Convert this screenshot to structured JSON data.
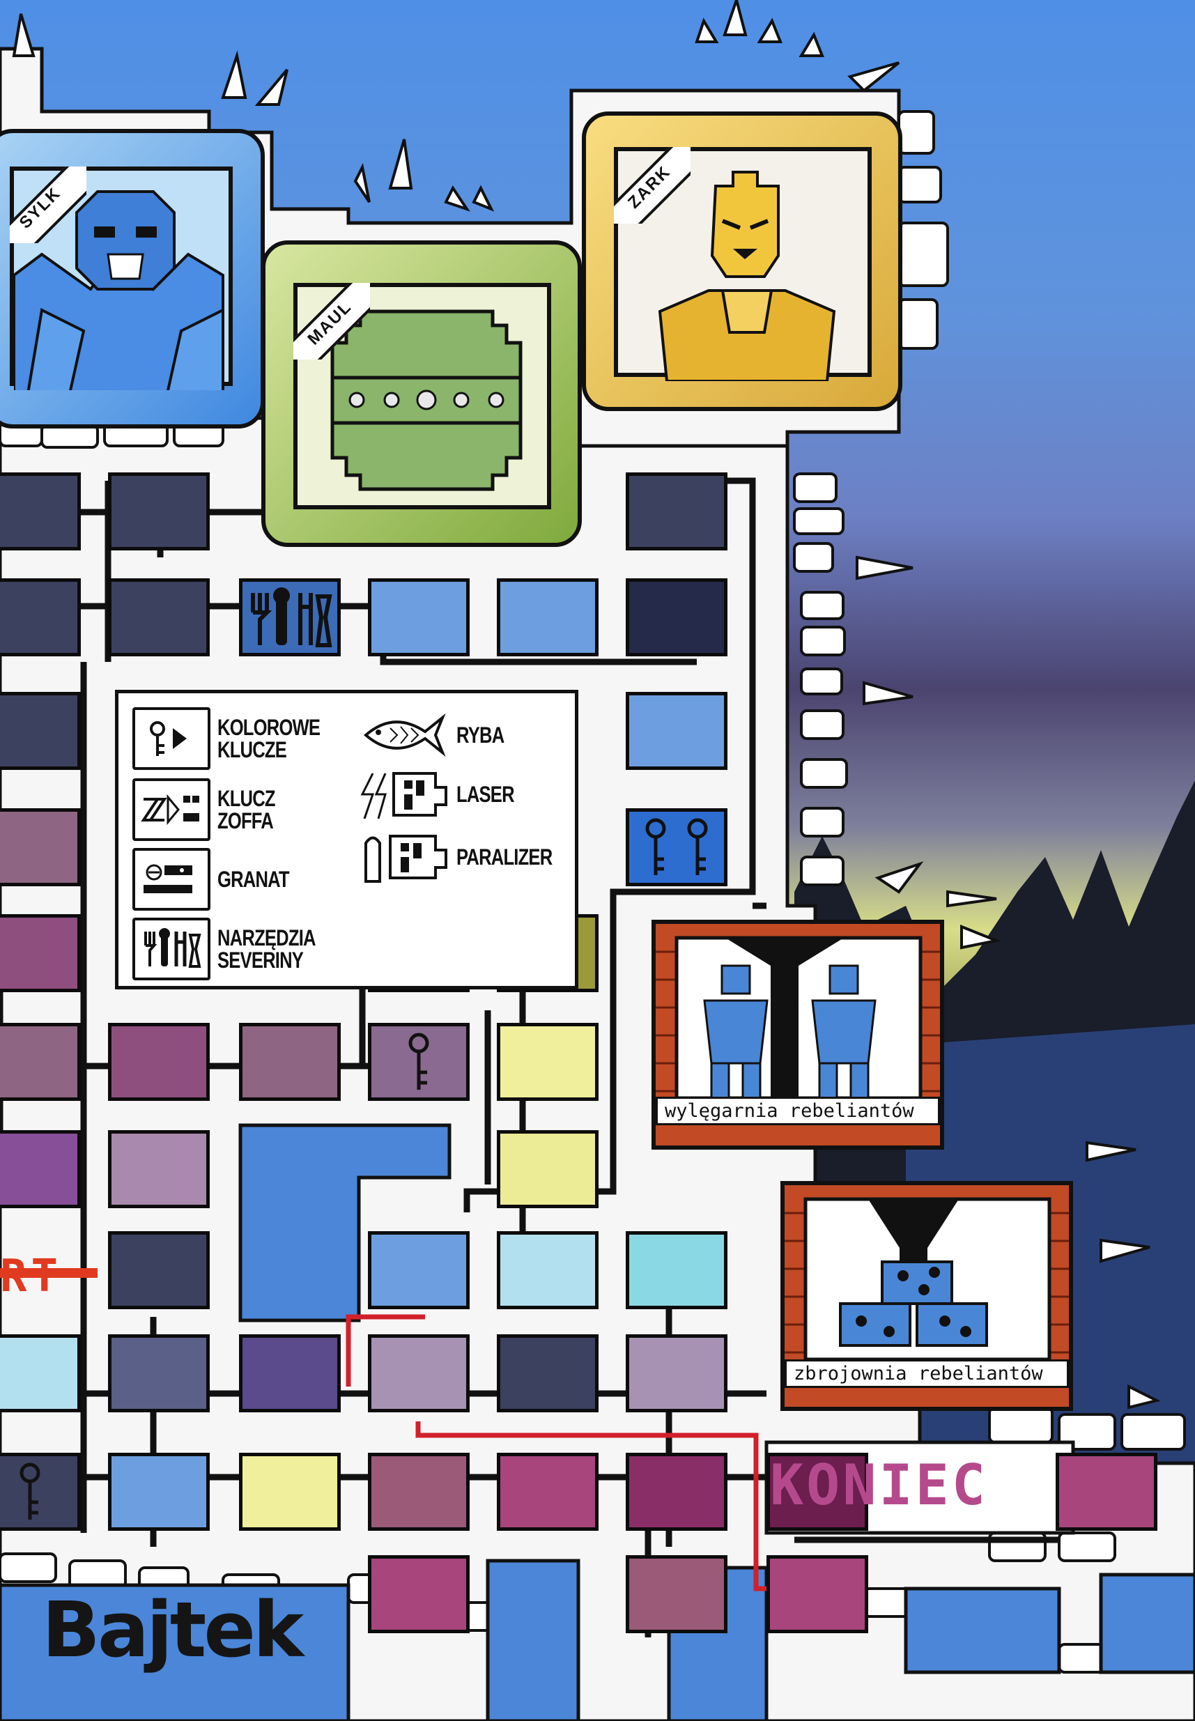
{
  "colors": {
    "dark_slate": "#3d4160",
    "navy": "#252a4a",
    "mid_blue": "#6d9fe0",
    "light_blue": "#5b8fd8",
    "mauve": "#8e6582",
    "plum": "#9a4f86",
    "violet": "#884f99",
    "lilac": "#a989ad",
    "olive": "#9a9a3a",
    "pale_yellow": "#f0ef9c",
    "pale_cyan": "#b3e0ef",
    "cyan": "#8ad8e4",
    "slate_purple": "#5b4a8c",
    "gray_lilac": "#a892b4",
    "berry": "#8a2e68",
    "magenta": "#a7457c",
    "rose": "#9a5a78",
    "path_red": "#d2202a",
    "brick": "#c24a25"
  },
  "characters": [
    {
      "name": "SYLK",
      "theme": "#5a98e6"
    },
    {
      "name": "MAUL",
      "theme": "#a9c869"
    },
    {
      "name": "ZARK",
      "theme": "#f0c95a"
    }
  ],
  "legend": {
    "items": [
      {
        "icon": "colored-keys-icon",
        "line1": "KOLOROWE",
        "line2": "KLUCZE"
      },
      {
        "icon": "zoff-key-icon",
        "line1": "KLUCZ",
        "line2": "ZOFFA"
      },
      {
        "icon": "grenade-icon",
        "line1": "GRANAT",
        "line2": ""
      },
      {
        "icon": "tools-icon",
        "line1": "NARZĘDZIA",
        "line2": "SEVERINY"
      },
      {
        "icon": "fish-icon",
        "line1": "RYBA",
        "line2": ""
      },
      {
        "icon": "laser-icon",
        "line1": "LASER",
        "line2": ""
      },
      {
        "icon": "paralyzer-icon",
        "line1": "PARALIZER",
        "line2": ""
      }
    ]
  },
  "rooms": {
    "hatchery": "wylęgarnia rebeliantów",
    "armory": "zbrojownia rebeliantów"
  },
  "start_label": "RT",
  "end_label": "KONIEC",
  "brand": "Bajtek",
  "board": {
    "squares": [
      {
        "id": "r0c0",
        "color": "#3d4160"
      },
      {
        "id": "r0c1",
        "color": "#3d4160"
      },
      {
        "id": "r0c5",
        "color": "#3d4160"
      },
      {
        "id": "r1c0",
        "color": "#3d4160"
      },
      {
        "id": "r1c1",
        "color": "#3d4160"
      },
      {
        "id": "r1c2",
        "color": "#3c6cb8",
        "icon": "tools"
      },
      {
        "id": "r1c3",
        "color": "#6d9fe0"
      },
      {
        "id": "r1c4",
        "color": "#6d9fe0"
      },
      {
        "id": "r1c5",
        "color": "#252a4a"
      },
      {
        "id": "r2c0",
        "color": "#3d4160"
      },
      {
        "id": "r2c5",
        "color": "#6d9fe0"
      },
      {
        "id": "r3c0",
        "color": "#8e6582"
      },
      {
        "id": "r3c5",
        "color": "#2e6dd0",
        "icon": "keys"
      },
      {
        "id": "r4c0",
        "color": "#8e4f7e"
      },
      {
        "id": "r4c3",
        "color": "#3d4160"
      },
      {
        "id": "r4c4",
        "color": "#9a9a3a"
      },
      {
        "id": "r5c0",
        "color": "#8e6582"
      },
      {
        "id": "r5c1",
        "color": "#8e4f7e"
      },
      {
        "id": "r5c2",
        "color": "#8e6582"
      },
      {
        "id": "r5c3",
        "color": "#8a6a90",
        "icon": "key"
      },
      {
        "id": "r5c4",
        "color": "#f0ef9c"
      },
      {
        "id": "r6c0",
        "color": "#884f99"
      },
      {
        "id": "r6c1",
        "color": "#a989ad"
      },
      {
        "id": "r6c4",
        "color": "#eceb96"
      },
      {
        "id": "r7c1",
        "color": "#3d4160"
      },
      {
        "id": "r7c3",
        "color": "#6d9fe0"
      },
      {
        "id": "r7c4",
        "color": "#b3e0ef"
      },
      {
        "id": "r7c5",
        "color": "#8ad8e4"
      },
      {
        "id": "r8c0",
        "color": "#b3e0ef"
      },
      {
        "id": "r8c1",
        "color": "#5a6088"
      },
      {
        "id": "r8c2",
        "color": "#5b4a8c"
      },
      {
        "id": "r8c3",
        "color": "#a892b4"
      },
      {
        "id": "r8c4",
        "color": "#3d4160"
      },
      {
        "id": "r8c5",
        "color": "#a892b4"
      },
      {
        "id": "r9c0",
        "color": "#3d4160",
        "icon": "key"
      },
      {
        "id": "r9c1",
        "color": "#6d9fe0"
      },
      {
        "id": "r9c2",
        "color": "#f0ef9c"
      },
      {
        "id": "r9c3",
        "color": "#9a5a78"
      },
      {
        "id": "r9c4",
        "color": "#a7457c"
      },
      {
        "id": "r9c5",
        "color": "#8a2e68"
      },
      {
        "id": "r9c6",
        "color": "#6c1e4e"
      },
      {
        "id": "r9c9",
        "color": "#a7457c"
      },
      {
        "id": "r10c3",
        "color": "#a7457c"
      },
      {
        "id": "r10c5",
        "color": "#9a5a78"
      },
      {
        "id": "r10c6",
        "color": "#a7457c"
      }
    ]
  }
}
